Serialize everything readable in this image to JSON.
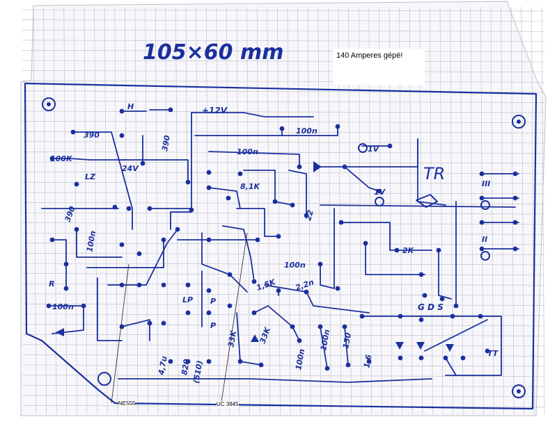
{
  "header": {
    "dimensions_label": "105×60 mm"
  },
  "annotation": {
    "note": "140 Amperes gépé!"
  },
  "callouts": {
    "ne555": "NE555",
    "uc3845": "UC 3845"
  },
  "board": {
    "supply_label": "+12V",
    "transformer_label": "TR",
    "gds_label": "G D S",
    "labels": [
      {
        "id": "h",
        "text": "H"
      },
      {
        "id": "r390a",
        "text": "390"
      },
      {
        "id": "r390b",
        "text": "390"
      },
      {
        "id": "r100k",
        "text": "100K"
      },
      {
        "id": "v24",
        "text": "24V"
      },
      {
        "id": "c100n_top",
        "text": "100n"
      },
      {
        "id": "c100n_2",
        "text": "100n"
      },
      {
        "id": "v1a",
        "text": "1V"
      },
      {
        "id": "v1b",
        "text": "1V"
      },
      {
        "id": "lz",
        "text": "LZ"
      },
      {
        "id": "r390c",
        "text": "390"
      },
      {
        "id": "c100n_3",
        "text": "100n"
      },
      {
        "id": "r81k",
        "text": "8,1K"
      },
      {
        "id": "r22",
        "text": "22"
      },
      {
        "id": "r2k",
        "text": "2K"
      },
      {
        "id": "c100n_4",
        "text": "100n"
      },
      {
        "id": "r15k",
        "text": "1,5K"
      },
      {
        "id": "c22n",
        "text": "2,2n"
      },
      {
        "id": "r",
        "text": "R"
      },
      {
        "id": "c100n_5",
        "text": "100n"
      },
      {
        "id": "lp",
        "text": "LP"
      },
      {
        "id": "p1",
        "text": "P"
      },
      {
        "id": "p2",
        "text": "P"
      },
      {
        "id": "r33k",
        "text": "33K"
      },
      {
        "id": "r33k2",
        "text": "33K"
      },
      {
        "id": "c100n_6",
        "text": "100n"
      },
      {
        "id": "r150",
        "text": "150"
      },
      {
        "id": "c100n_7",
        "text": "100n"
      },
      {
        "id": "c16",
        "text": "1,6"
      },
      {
        "id": "r820",
        "text": "820"
      },
      {
        "id": "r510",
        "text": "(510)"
      },
      {
        "id": "c47u",
        "text": "4,7u"
      },
      {
        "id": "tt",
        "text": "TT"
      },
      {
        "id": "out3",
        "text": "III"
      },
      {
        "id": "out2",
        "text": "II"
      }
    ]
  }
}
